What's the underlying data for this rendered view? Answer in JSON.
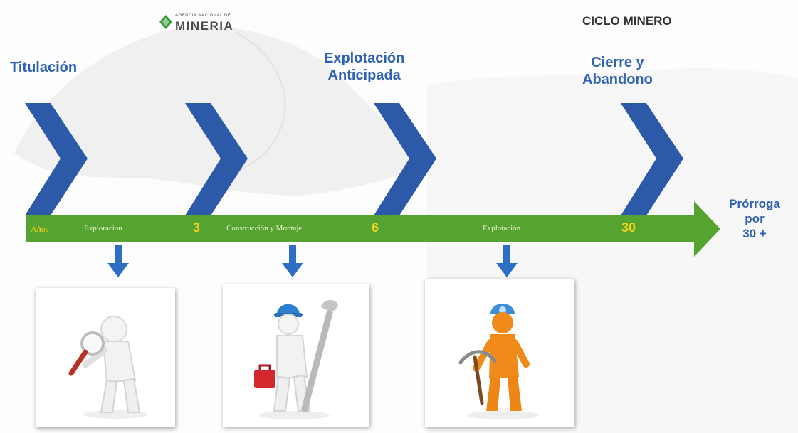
{
  "logo": {
    "small_text": "AGENCIA NACIONAL DE",
    "name": "MINERIA"
  },
  "cycle_title": "CICLO MINERO",
  "stages": [
    {
      "label_line1": "Titulación",
      "label_line2": ""
    },
    {
      "label_line1": "Explotación",
      "label_line2": "Anticipada"
    },
    {
      "label_line1": "Cierre y",
      "label_line2": "Abandono"
    }
  ],
  "timeline": {
    "start_label": "Años",
    "phases": [
      "Exploracion",
      "Construcción y Montaje",
      "Explotación"
    ],
    "milestones": [
      "3",
      "6",
      "30"
    ]
  },
  "extension": {
    "line1": "Prórroga",
    "line2": "por",
    "line3": "30 +"
  },
  "illustrations": [
    {
      "icon": "magnifier-figure-icon"
    },
    {
      "icon": "wrench-worker-icon"
    },
    {
      "icon": "miner-pickaxe-icon"
    }
  ],
  "colors": {
    "chevron_blue": "#2c5aa8",
    "arrow_green": "#55a330",
    "label_blue": "#2f62b3",
    "milestone_yellow": "#f7d21a",
    "miner_orange": "#f08a1a"
  }
}
